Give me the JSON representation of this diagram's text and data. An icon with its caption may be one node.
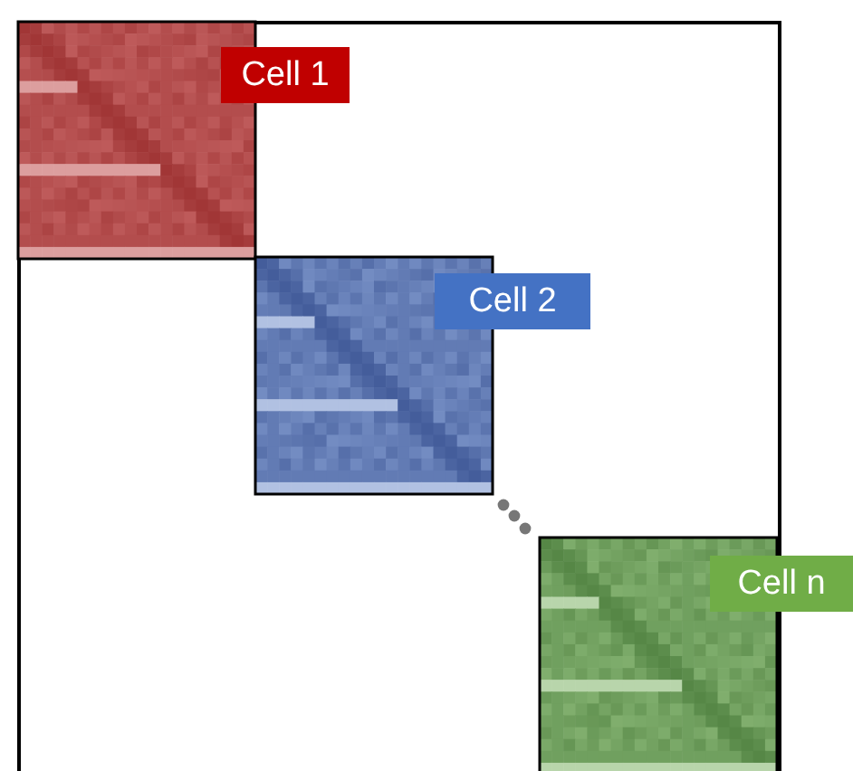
{
  "diagram": {
    "nodes": [
      {
        "text": [
          "Cell 1"
        ]
      },
      {
        "text": [
          "Cell 2"
        ]
      },
      {
        "text": [
          "Cell n"
        ]
      }
    ]
  }
}
